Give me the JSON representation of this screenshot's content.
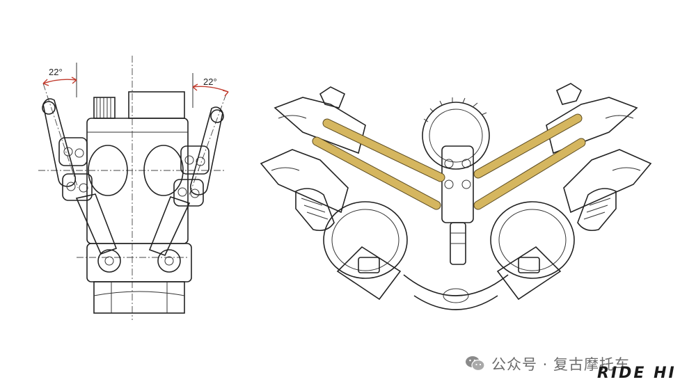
{
  "diagram": {
    "left_angle_label": "22°",
    "right_angle_label": "22°"
  },
  "watermark": {
    "text": "公众号 · 复古摩托车",
    "icon": "wechat-icon"
  },
  "logo": {
    "text": "RIDE HI"
  },
  "colors": {
    "pushrod": "#d5b65f",
    "angle_arrow": "#c0392b",
    "line": "#222222",
    "background": "#ffffff"
  }
}
